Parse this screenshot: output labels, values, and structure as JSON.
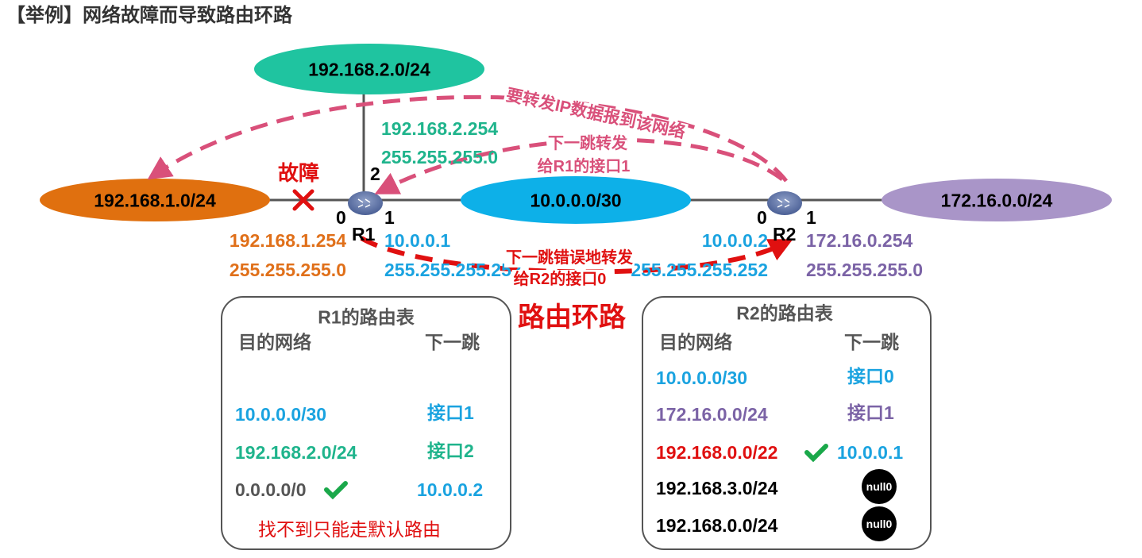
{
  "title": "【举例】网络故障而导致路由环路",
  "colors": {
    "teal": "#1fb48c",
    "orange": "#e0701a",
    "blue": "#1aa3e0",
    "purple": "#7b63a6",
    "red": "#e01010",
    "pink": "#d9507a"
  },
  "networks": {
    "top": "192.168.2.0/24",
    "left": "192.168.1.0/24",
    "middle": "10.0.0.0/30",
    "right": "172.16.0.0/24"
  },
  "fault_label": "故障",
  "r1": {
    "name": "R1",
    "if0": "0",
    "if1": "1",
    "if2": "2",
    "if2_ip": "192.168.2.254",
    "if2_mask": "255.255.255.0",
    "if0_ip": "192.168.1.254",
    "if0_mask": "255.255.255.0",
    "if1_ip": "10.0.0.1",
    "if1_mask": "255.255.255.252"
  },
  "r2": {
    "name": "R2",
    "if0": "0",
    "if1": "1",
    "if0_ip": "10.0.0.2",
    "if0_mask": "255.255.255.252",
    "if1_ip": "172.16.0.254",
    "if1_mask": "255.255.255.0"
  },
  "annotations": {
    "forward": "要转发IP数据报到该网络",
    "nexthop1": "下一跳转发",
    "nexthop2": "给R1的接口1",
    "wrong1": "下一跳错误地转发",
    "wrong2": "给R2的接口0",
    "loop": "路由环路"
  },
  "r1_table": {
    "title": "R1的路由表",
    "col_dest": "目的网络",
    "col_next": "下一跳",
    "rows": [
      {
        "dest": "10.0.0.0/30",
        "next": "接口1"
      },
      {
        "dest": "192.168.2.0/24",
        "next": "接口2"
      },
      {
        "dest": "0.0.0.0/0",
        "next": "10.0.0.2"
      }
    ],
    "note": "找不到只能走默认路由"
  },
  "r2_table": {
    "title": "R2的路由表",
    "col_dest": "目的网络",
    "col_next": "下一跳",
    "rows": [
      {
        "dest": "10.0.0.0/30",
        "next": "接口0"
      },
      {
        "dest": "172.16.0.0/24",
        "next": "接口1"
      },
      {
        "dest": "192.168.0.0/22",
        "next": "10.0.0.1"
      },
      {
        "dest": "192.168.3.0/24",
        "next": "null0"
      },
      {
        "dest": "192.168.0.0/24",
        "next": "null0"
      }
    ]
  }
}
